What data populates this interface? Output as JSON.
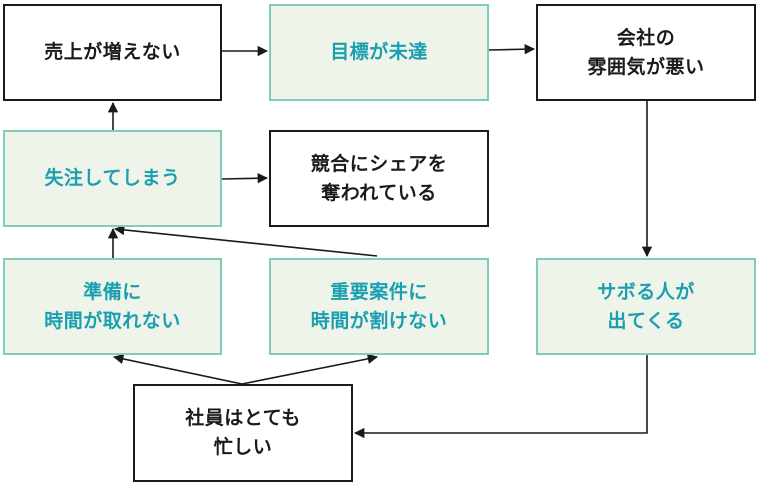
{
  "diagram": {
    "colors": {
      "plain_border": "#1a1a1a",
      "plain_fill": "#ffffff",
      "plain_text": "#1a1a1a",
      "teal_border": "#7fcdb9",
      "teal_fill": "#eef4e9",
      "teal_text": "#1a9fb0",
      "arrow": "#1a1a1a"
    },
    "nodes": {
      "sales_not_growing": "売上が増えない",
      "target_missed": "目標が未達",
      "bad_atmosphere": "会社の\n雰囲気が悪い",
      "losing_orders": "失注してしまう",
      "losing_share": "競合にシェアを\n奪われている",
      "no_prep_time": "準備に\n時間が取れない",
      "no_time_for_key_deals": "重要案件に\n時間が割けない",
      "slackers_appear": "サボる人が\n出てくる",
      "staff_busy": "社員はとても\n忙しい"
    },
    "edges": [
      {
        "from": "sales_not_growing",
        "to": "target_missed"
      },
      {
        "from": "target_missed",
        "to": "bad_atmosphere"
      },
      {
        "from": "bad_atmosphere",
        "to": "slackers_appear"
      },
      {
        "from": "slackers_appear",
        "to": "staff_busy"
      },
      {
        "from": "staff_busy",
        "to": "no_prep_time"
      },
      {
        "from": "staff_busy",
        "to": "no_time_for_key_deals"
      },
      {
        "from": "no_prep_time",
        "to": "losing_orders"
      },
      {
        "from": "no_time_for_key_deals",
        "to": "losing_orders"
      },
      {
        "from": "losing_orders",
        "to": "sales_not_growing"
      },
      {
        "from": "losing_orders",
        "to": "losing_share"
      }
    ]
  }
}
